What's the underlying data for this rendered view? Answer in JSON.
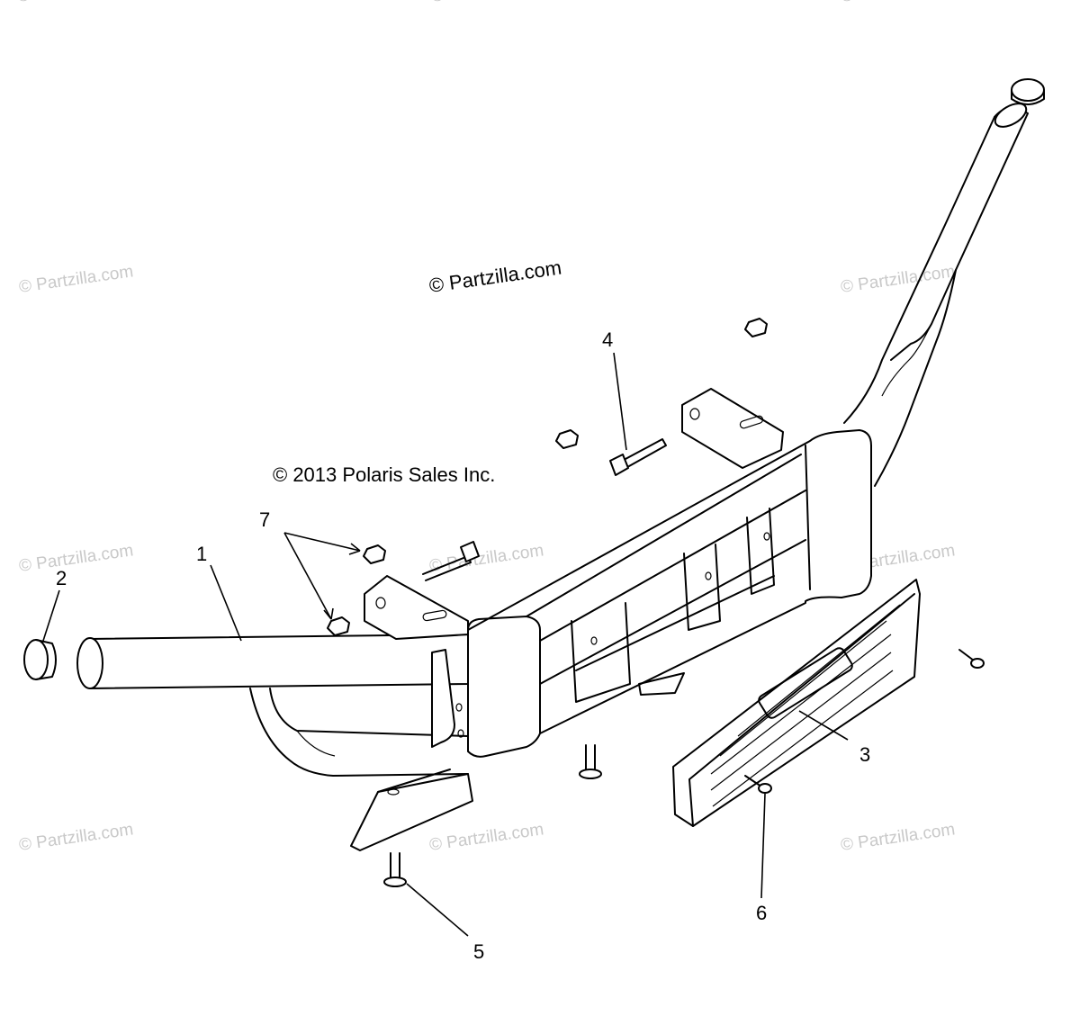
{
  "watermark": "© Partzilla.com",
  "copyright_partzilla": "© Partzilla.com",
  "copyright_polaris": "© 2013 Polaris Sales Inc.",
  "callouts": [
    "1",
    "2",
    "3",
    "4",
    "5",
    "6",
    "7"
  ],
  "colors": {
    "line": "#000000",
    "watermark": "#c9c9c9",
    "background": "#ffffff"
  }
}
